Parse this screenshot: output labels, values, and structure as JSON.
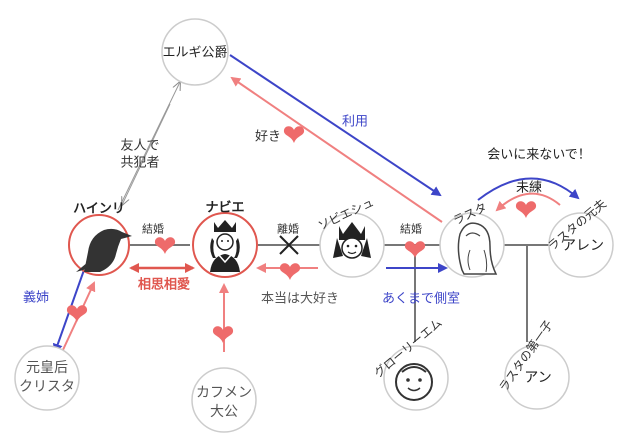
{
  "nodes": {
    "erugi": "エルギ公爵",
    "hainri": "ハインリ",
    "nabie": "ナビエ",
    "sobieshu": "ソビエシュ",
    "rasuta": "ラスタ",
    "aren": "アレン",
    "an": "アン",
    "kurisuta_line1": "元皇后",
    "kurisuta_line2": "クリスタ",
    "kafumen_line1": "カフメン",
    "kafumen_line2": "大公",
    "guroriemu": "グローリーエム",
    "rasuta_motootto": "ラスタの元夫",
    "rasuta_daiisshi": "ラスタの第一子"
  },
  "labels": {
    "yujin_line1": "友人で",
    "yujin_line2": "共犯者",
    "suki": "好き",
    "riyou": "利用",
    "aini": "会いに来ないで！",
    "miren": "未練",
    "kekkon1": "結婚",
    "rikon": "離婚",
    "kekkon2": "結婚",
    "soushi": "相思相愛",
    "hontou": "本当は大好き",
    "sokushitsu": "あくまで側室",
    "gishi": "義姉"
  },
  "colors": {
    "red": "#e0574f",
    "pink": "#f08080",
    "blue": "#3d45c8",
    "grey": "#777777",
    "heart": "#ee6b6b"
  }
}
